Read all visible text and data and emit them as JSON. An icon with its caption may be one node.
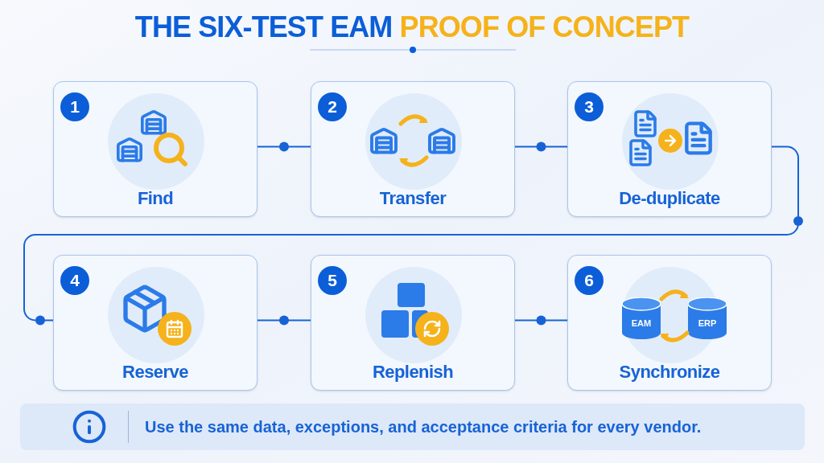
{
  "diagram": {
    "title": "THE SIX-TEST EAM PROOF OF CONCEPT",
    "nodes": [
      {
        "text": [
          "1",
          "Find"
        ]
      },
      {
        "text": [
          "2",
          "Transfer"
        ]
      },
      {
        "text": [
          "3",
          "De-duplicate"
        ]
      },
      {
        "text": [
          "4",
          "Reserve"
        ]
      },
      {
        "text": [
          "5",
          "Replenish"
        ]
      },
      {
        "text": [
          "6",
          "Synchronize"
        ]
      },
      {
        "text": [
          "Use the same data, exceptions, and acceptance criteria for every vendor."
        ]
      }
    ],
    "edges": [
      {
        "from": 0,
        "to": 1,
        "arrow": "none"
      },
      {
        "from": 1,
        "to": 2,
        "arrow": "none"
      },
      {
        "from": 2,
        "to": 3,
        "arrow": "none"
      },
      {
        "from": 3,
        "to": 4,
        "arrow": "none"
      },
      {
        "from": 4,
        "to": 5,
        "arrow": "none"
      }
    ],
    "labels": [
      "EAM",
      "ERP"
    ]
  }
}
